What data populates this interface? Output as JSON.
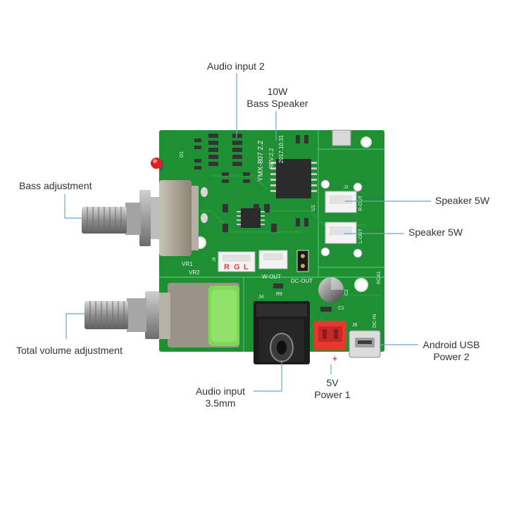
{
  "callouts": {
    "audio_input_2": "Audio input 2",
    "bass_speaker_line1": "10W",
    "bass_speaker_line2": "Bass Speaker",
    "bass_adjustment": "Bass adjustment",
    "speaker_top": "Speaker 5W",
    "speaker_bottom": "Speaker 5W",
    "total_volume": "Total volume adjustment",
    "android_usb_line1": "Android USB",
    "android_usb_line2": "Power 2",
    "audio_input_line1": "Audio input",
    "audio_input_line2": "3.5mm",
    "power1_line1": "5V",
    "power1_line2": "Power 1"
  },
  "board_labels": {
    "model": "YMX-807 2.2",
    "rev": "REV:2.2",
    "date": "2017.10.31",
    "vr1": "VR1",
    "vr2": "VR2",
    "j9": "J9",
    "r": "R",
    "g": "G",
    "l": "L",
    "w_out": "W-OUT",
    "dc_out": "DC-OUT",
    "j3": "J3",
    "r_out": "R-OUT",
    "l_out": "L-OUT",
    "rca1": "RCA1",
    "j6": "J6",
    "dc_in": "DC-IN",
    "j4": "J4",
    "r9": "R9",
    "c1": "C1",
    "c2": "C2",
    "u1": "U1",
    "d1": "D1",
    "minus": "−",
    "plus": "+"
  },
  "colors": {
    "pcb": "#1f8f34",
    "pcb_dark": "#176e28",
    "trace": "#2aa548",
    "silk": "#f2f2f2",
    "callout_line": "#6aa5d6",
    "red_connector": "#e8372c",
    "knob": "#9a9a9a"
  }
}
